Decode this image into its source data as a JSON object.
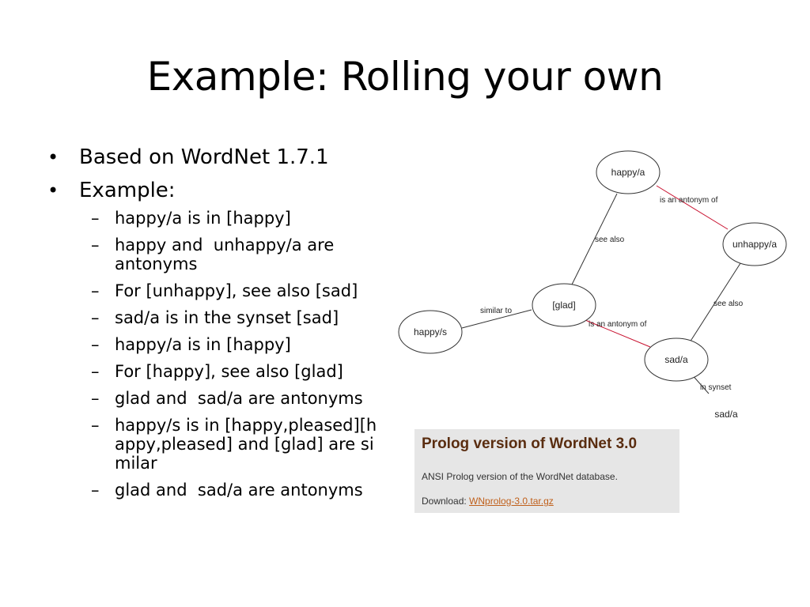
{
  "slide": {
    "title": "Example: Rolling your own"
  },
  "bullets": [
    {
      "text": "Based on WordNet 1.7.1",
      "subitems": []
    },
    {
      "text": "Example:",
      "subitems": [
        "happy/a is in [happy]",
        "happy and  unhappy/a are antonyms",
        "For [unhappy], see also [sad]",
        "sad/a is in the synset [sad]",
        "happy/a is in [happy]",
        "For [happy], see also [glad]",
        "glad and  sad/a are antonyms",
        "happy/s is in [happy,pleased][happy,pleased] and [glad] are similar",
        "glad and  sad/a are antonyms"
      ]
    }
  ],
  "diagram": {
    "nodes": {
      "happy_a": "happy/a",
      "unhappy_a": "unhappy/a",
      "glad": "[glad]",
      "happy_s": "happy/s",
      "sad_a": "sad/a",
      "sad_a_plain": "sad/a"
    },
    "edges": {
      "happy_unhappy": "is an antonym of",
      "happy_glad": "see also",
      "unhappy_sad": "see also",
      "happys_glad": "similar to",
      "glad_sad": "is an antonym of",
      "sad_synset": "in synset"
    },
    "colors": {
      "antonym_edge": "#c8102e",
      "edge": "#333333"
    }
  },
  "panel": {
    "title": "Prolog version of WordNet 3.0",
    "description": "ANSI Prolog version of the WordNet database.",
    "download_label": "Download:",
    "download_link": "WNprolog-3.0.tar.gz"
  }
}
